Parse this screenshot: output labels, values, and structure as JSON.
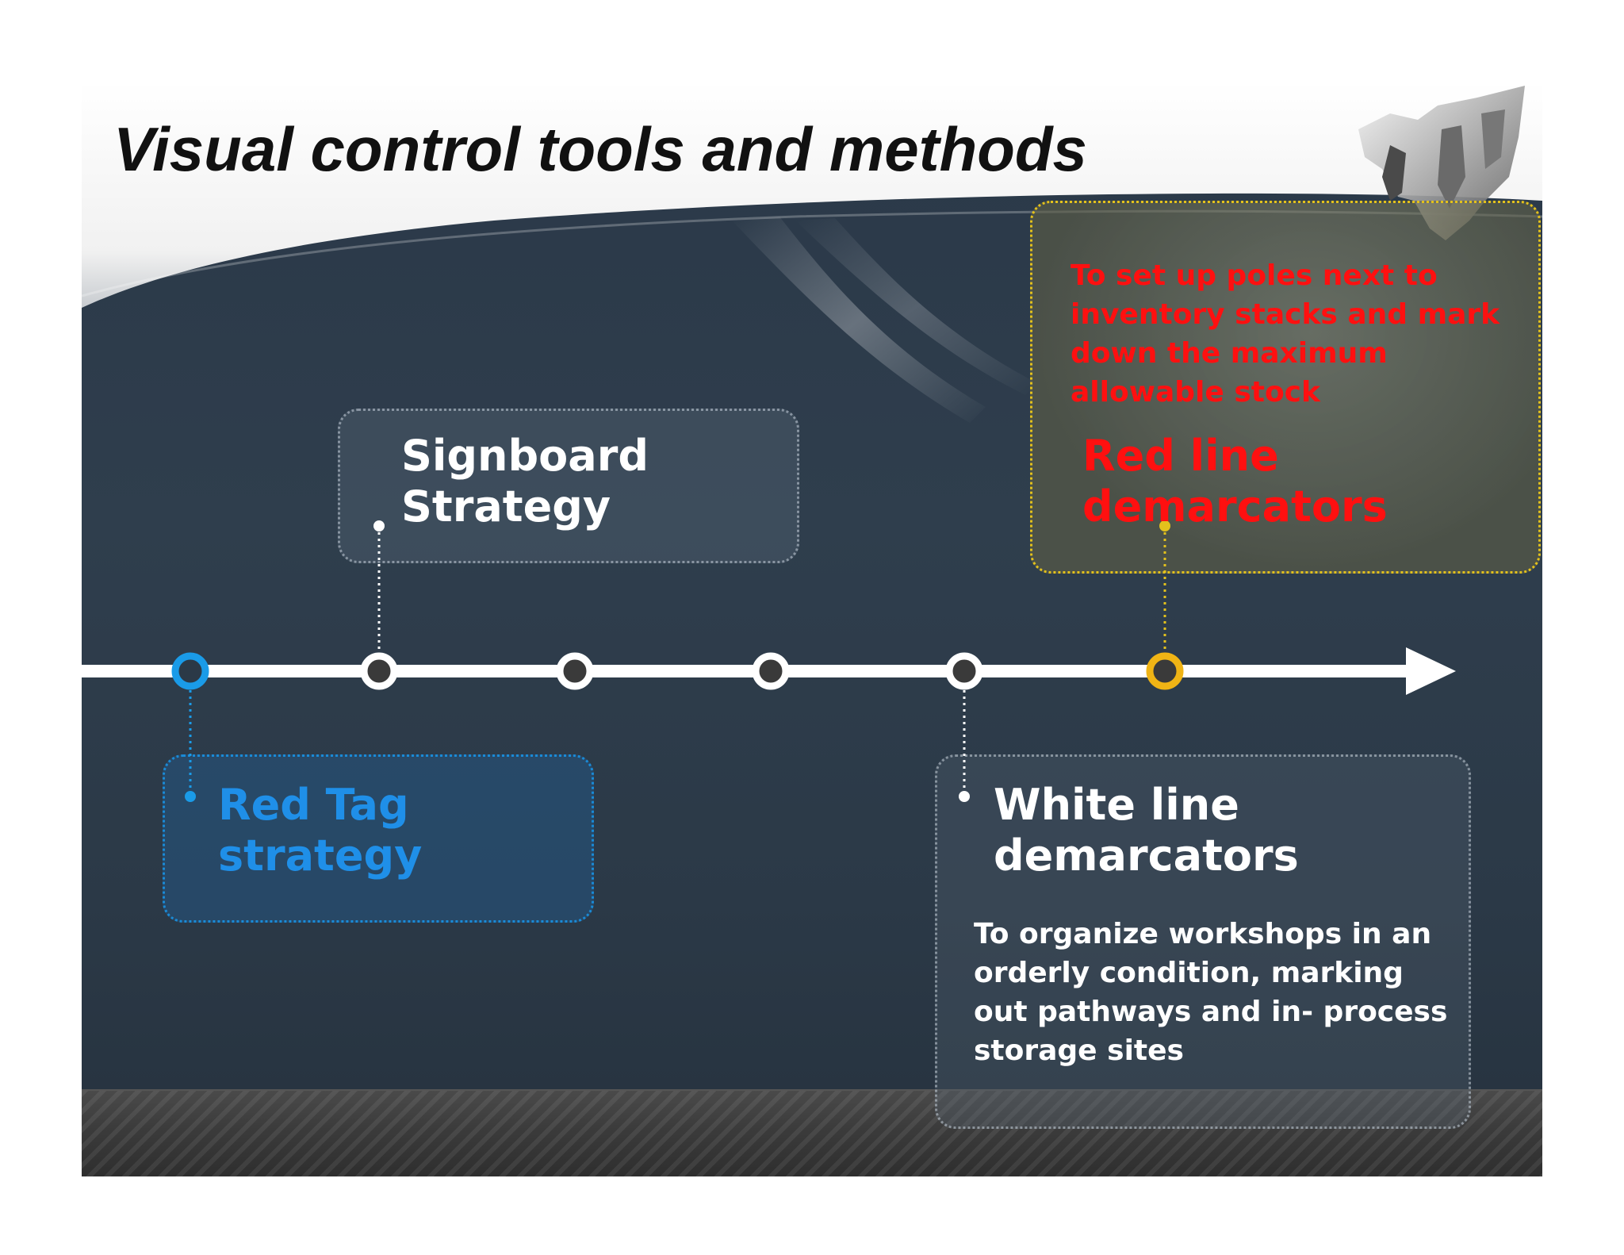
{
  "slide": {
    "title": "Visual control tools and methods"
  },
  "timeline": {
    "milestones": [
      {
        "name": "Red Tag strategy",
        "color": "#1a9be8"
      },
      {
        "name": "Signboard Strategy",
        "color": "#ffffff"
      },
      {
        "name": "",
        "color": "#ffffff"
      },
      {
        "name": "",
        "color": "#ffffff"
      },
      {
        "name": "White line demarcators",
        "color": "#ffffff"
      },
      {
        "name": "Red line demarcators",
        "color": "#f0b415"
      }
    ]
  },
  "items": {
    "signboard": {
      "line1": "Signboard",
      "line2": "Strategy"
    },
    "red_tag": {
      "line1": "Red Tag",
      "line2": "strategy"
    },
    "white_line": {
      "line1": "White line",
      "line2": "demarcators",
      "description": "To organize workshops in an orderly condition, marking out pathways and in- process storage sites"
    },
    "red_line": {
      "line1": "Red line",
      "line2": "demarcators",
      "description": "To set up poles next to inventory stacks and mark down the maximum allowable stock"
    }
  },
  "colors": {
    "background": "#2f3e4d",
    "red_tag_blue": "#1f8fe8",
    "red_line_red": "#ff1010",
    "red_line_marker": "#f0b415"
  }
}
